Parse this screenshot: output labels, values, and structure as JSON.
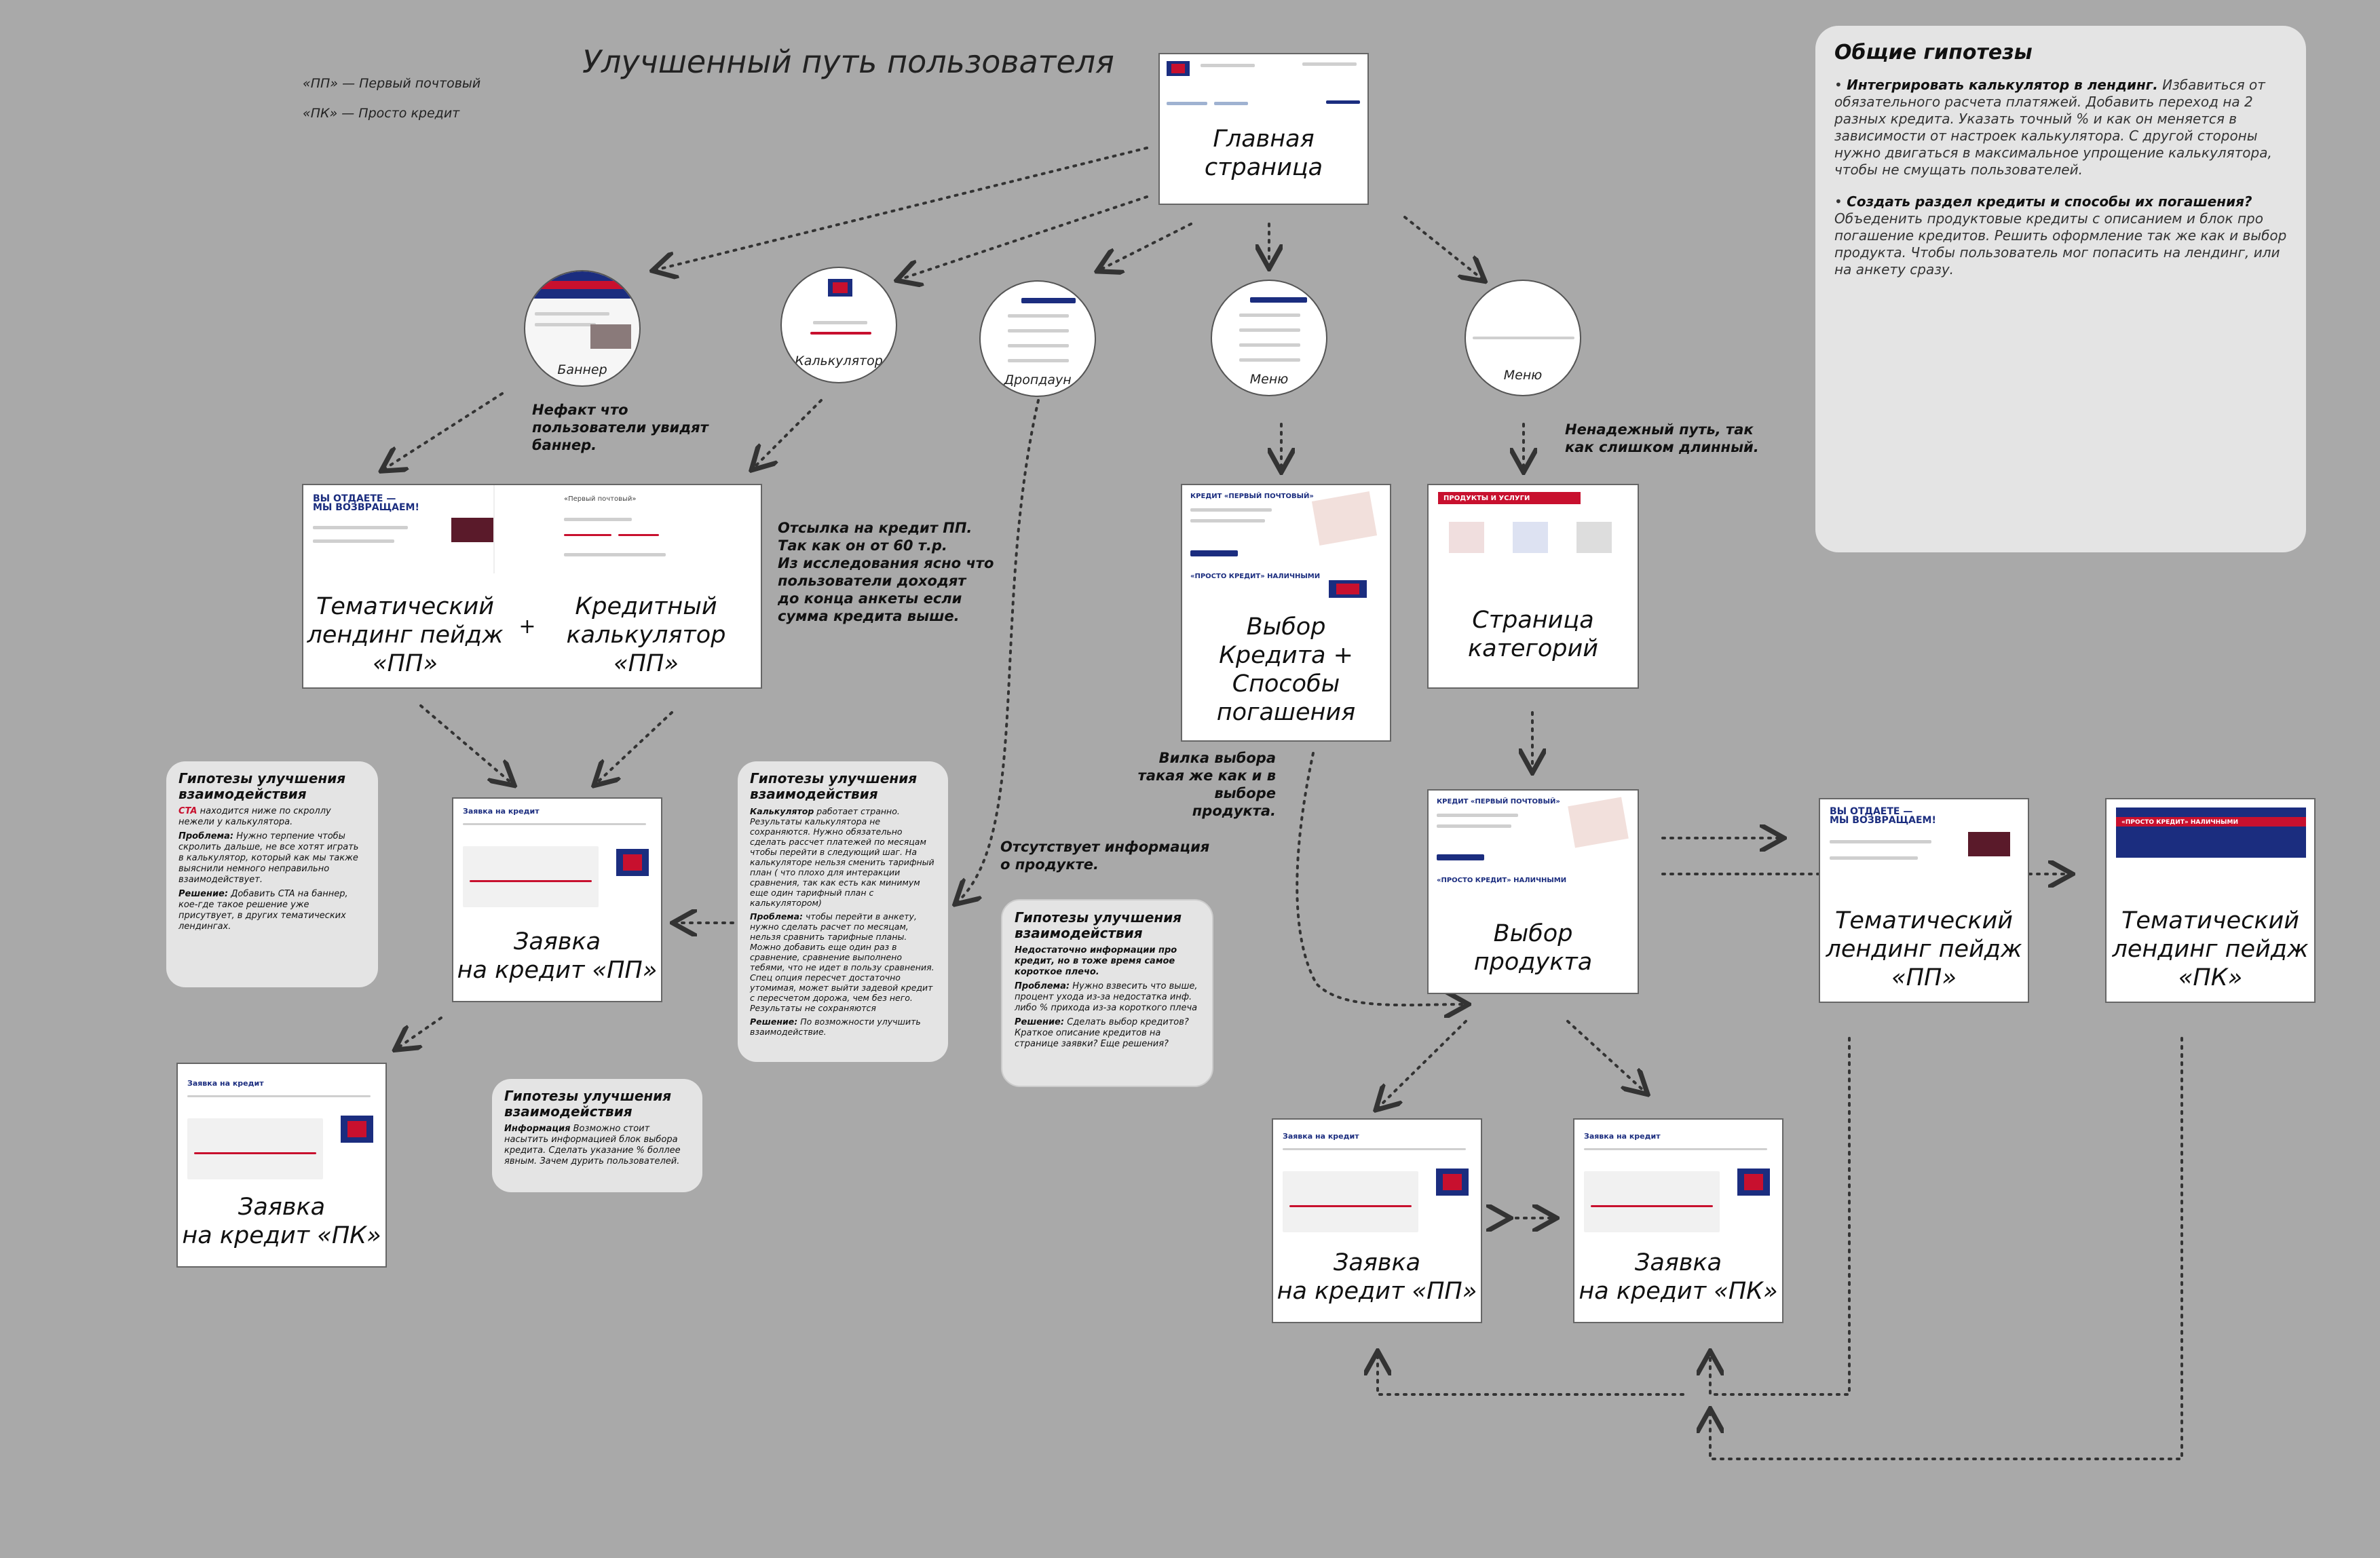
{
  "title": "Улучшенный путь пользователя",
  "legend": [
    "«ПП» — Первый почтовый",
    "«ПК» — Просто кредит"
  ],
  "colors": {
    "background": "#a9a9a9",
    "card": "#ffffff",
    "bubble": "#e4e4e4",
    "brand_red": "#c8102e",
    "brand_navy": "#1b2d7f"
  },
  "nodes": {
    "home": "Главная\nстраница",
    "banner": "Баннер",
    "calculator": "Калькулятор",
    "dropdown": "Дропдаун",
    "menu1": "Меню",
    "menu2": "Меню",
    "landing_calc_left": "Тематический\nлендинг пейдж\n«ПП»",
    "plus": "+",
    "landing_calc_right": "Кредитный\nкалькулятор\n«ПП»",
    "choice_credit": "Выбор\nКредита +\nСпособы\nпогашения",
    "categories": "Страница\nкатегорий",
    "choice_product": "Выбор\nпродукта",
    "landing_pp": "Тематический\nлендинг пейдж\n«ПП»",
    "landing_pk": "Тематический\nлендинг пейдж\n«ПК»",
    "app_pp_left": "Заявка\nна кредит «ПП»",
    "app_pk_left": "Заявка\nна кредит «ПК»",
    "app_pp_right": "Заявка\nна кредит «ПП»",
    "app_pk_right": "Заявка\nна кредит «ПК»"
  },
  "notes": {
    "banner_note": "Нефакт что\nпользователи увидят\nбаннер.",
    "calc_note": "Отсылка на кредит ПП.\nТак как он от 60 т.р.\nИз исследования ясно что\nпользователи доходят\nдо конца анкеты если\nсумма кредита выше.",
    "menu_note": "Ненадежный путь, так\nкак слишком длинный.",
    "fork_note": "Вилка выбора\nтакая же как и в\nвыборе продукта.",
    "dropdown_note": "Отсутствует информация\nо продукте."
  },
  "bubbles": {
    "b1": {
      "title": "Гипотезы улучшения\nвзаимодействия",
      "cta": "CTA",
      "lead": " находится ниже по скроллу нежели у калькулятора.",
      "problem_label": "Проблема:",
      "problem": " Нужно терпение чтобы скролить дальше, не все хотят играть в калькулятор, который как мы также выяснили немного неправильно взаимодействует.",
      "solution_label": "Решение:",
      "solution": " Добавить CTA на баннер, кое-где такое решение уже присутвует, в других тематических лендингах."
    },
    "b2": {
      "title": "Гипотезы улучшения\nвзаимодействия",
      "lead_bold": "Калькулятор",
      "lead": " работает странно. Результаты калькулятора не сохраняются. Нужно обязательно сделать рассчет платежей по месяцам чтобы перейти в следующий шаг. На калькуляторе нельзя сменить тарифный план ( что плохо для интеракции сравнения, так как есть как минимум еще один тарифный план с калькулятором)",
      "problem_label": "Проблема:",
      "problem": " чтобы перейти в анкету, нужно сделать расчет по месяцам, нельзя сравнить тарифные планы. Можно добавить еще один раз в сравнение, сравнение выполнено тебями, что не идет в пользу сравнения. Спец опция пересчет достаточно утомимая, может выйти задевой кредит с пересчетом дорожа, чем без него. Результаты не сохраняются",
      "solution_label": "Решение:",
      "solution": " По возможности улучшить взаимодействие."
    },
    "b3": {
      "title": "Гипотезы улучшения\nвзаимодействия",
      "lead_bold": "Информация",
      "lead": " Возможно стоит насытить информацией блок выбора кредита. Сделать указание % боллее явным. Зачем дурить пользователей."
    },
    "b4": {
      "title": "Гипотезы улучшения\nвзаимодействия",
      "lead_bold": "Недостаточно информации про кредит, но в тоже время самое короткое плечо.",
      "problem_label": "Проблема:",
      "problem": " Нужно взвесить что выше, процент ухода из-за недостатка инф. либо % прихода из-за короткого плеча",
      "solution_label": "Решение:",
      "solution": " Сделать выбор кредитов? Краткое описание кредитов на странице заявки? Еще решения?"
    }
  },
  "hypotheses": {
    "title": "Общие гипотезы",
    "items": [
      {
        "bold": "Интегрировать калькулятор в лендинг.",
        "text": " Избавиться от обязательного расчета платяжей. Добавить переход на 2 разных кредита. Указать точный % и как он меняется в зависимости от настроек калькулятора.  С другой стороны нужно двигаться в максимальное упрощение калькулятора, чтобы не смущать пользователей."
      },
      {
        "bold": "Создать раздел кредиты и способы их погашения?",
        "text": " Объеденить продуктовые кредиты с описанием и блок про погашение кредитов.  Решить оформление так же как и выбор продукта. Чтобы пользователь мог попасить на лендинг, или на анкету сразу."
      }
    ]
  },
  "previews": {
    "landing_headline": "ВЫ ОТДАЕТЕ —\nМЫ ВОЗВРАЩАЕМ!",
    "credit_pp": "КРЕДИТ «ПЕРВЫЙ ПОЧТОВЫЙ»",
    "credit_pk": "«ПРОСТО КРЕДИТ» НАЛИЧНЫМИ",
    "products": "ПРОДУКТЫ И УСЛУГИ",
    "application": "Заявка на кредит",
    "calc_title": "«Первый почтовый»",
    "pk_banner": "«ПРОСТО КРЕДИТ» НАЛИЧНЫМИ"
  }
}
